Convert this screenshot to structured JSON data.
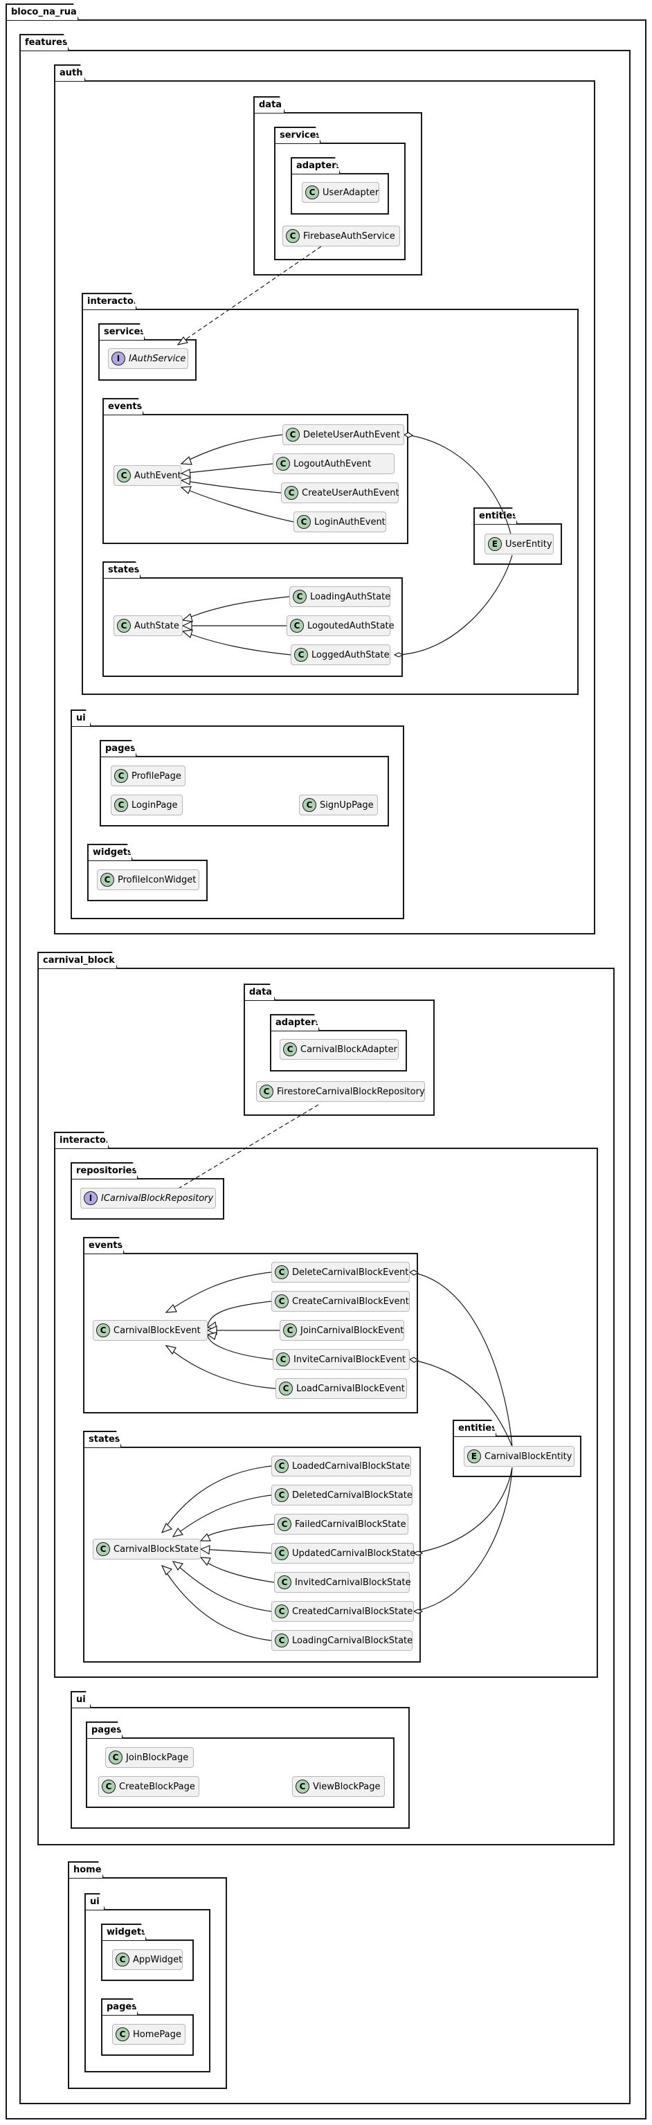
{
  "packages": {
    "root": "bloco_na_rua",
    "features": "features",
    "auth": "auth",
    "auth_data": "data",
    "auth_data_services": "services",
    "auth_data_adapters": "adapters",
    "auth_interactor": "interactor",
    "auth_interactor_services": "services",
    "auth_events": "events",
    "auth_states": "states",
    "auth_entities": "entities",
    "auth_ui": "ui",
    "auth_ui_pages": "pages",
    "auth_ui_widgets": "widgets",
    "carnival_block": "carnival_block",
    "cb_data": "data",
    "cb_data_adapters": "adapters",
    "cb_interactor": "interactor",
    "cb_repositories": "repositories",
    "cb_events": "events",
    "cb_states": "states",
    "cb_entities": "entities",
    "cb_ui": "ui",
    "cb_ui_pages": "pages",
    "home": "home",
    "home_ui": "ui",
    "home_widgets": "widgets",
    "home_pages": "pages"
  },
  "stereotypes": {
    "class": "C",
    "interface": "I",
    "entity": "E"
  },
  "classes": {
    "user_adapter": "UserAdapter",
    "firebase_auth_service": "FirebaseAuthService",
    "i_auth_service": "IAuthService",
    "auth_event": "AuthEvent",
    "delete_user_auth_event": "DeleteUserAuthEvent",
    "logout_auth_event": "LogoutAuthEvent",
    "create_user_auth_event": "CreateUserAuthEvent",
    "login_auth_event": "LoginAuthEvent",
    "auth_state": "AuthState",
    "loading_auth_state": "LoadingAuthState",
    "logouted_auth_state": "LogoutedAuthState",
    "logged_auth_state": "LoggedAuthState",
    "user_entity": "UserEntity",
    "profile_page": "ProfilePage",
    "login_page": "LoginPage",
    "sign_up_page": "SignUpPage",
    "profile_icon_widget": "ProfileIconWidget",
    "carnival_block_adapter": "CarnivalBlockAdapter",
    "firestore_carnival_block_repository": "FirestoreCarnivalBlockRepository",
    "i_carnival_block_repository": "ICarnivalBlockRepository",
    "carnival_block_event": "CarnivalBlockEvent",
    "delete_carnival_block_event": "DeleteCarnivalBlockEvent",
    "create_carnival_block_event": "CreateCarnivalBlockEvent",
    "join_carnival_block_event": "JoinCarnivalBlockEvent",
    "invite_carnival_block_event": "InviteCarnivalBlockEvent",
    "load_carnival_block_event": "LoadCarnivalBlockEvent",
    "carnival_block_entity": "CarnivalBlockEntity",
    "carnival_block_state": "CarnivalBlockState",
    "loaded_carnival_block_state": "LoadedCarnivalBlockState",
    "deleted_carnival_block_state": "DeletedCarnivalBlockState",
    "failed_carnival_block_state": "FailedCarnivalBlockState",
    "updated_carnival_block_state": "UpdatedCarnivalBlockState",
    "invited_carnival_block_state": "InvitedCarnivalBlockState",
    "created_carnival_block_state": "CreatedCarnivalBlockState",
    "loading_carnival_block_state": "LoadingCarnivalBlockState",
    "join_block_page": "JoinBlockPage",
    "create_block_page": "CreateBlockPage",
    "view_block_page": "ViewBlockPage",
    "app_widget": "AppWidget",
    "home_page": "HomePage"
  }
}
